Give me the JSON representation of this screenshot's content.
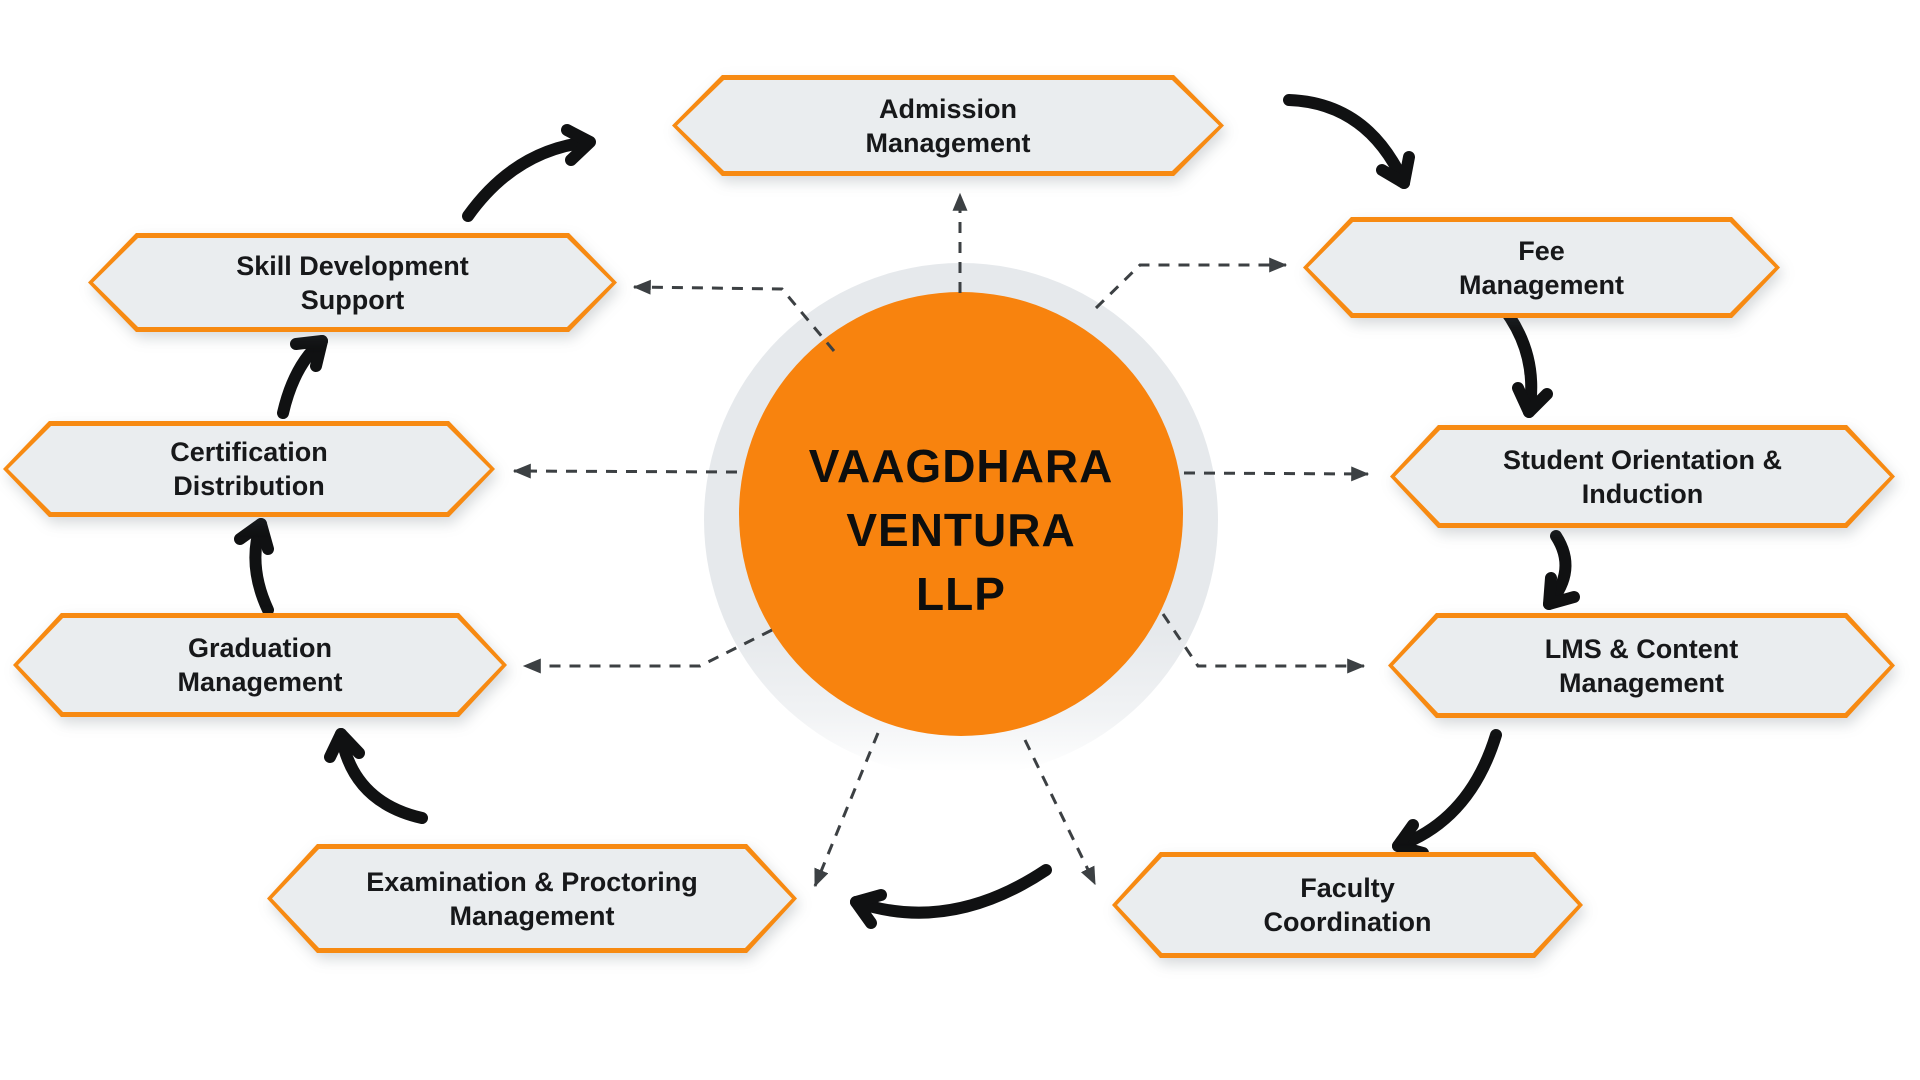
{
  "title": "VAAGDHARA VENTURA LLP education management cycle",
  "center": {
    "lines": [
      "VAAGDHARA",
      "VENTURA",
      "LLP"
    ]
  },
  "nodes": [
    {
      "id": "admission",
      "line1": "Admission",
      "line2": "Management"
    },
    {
      "id": "fee",
      "line1": "Fee",
      "line2": "Management"
    },
    {
      "id": "student",
      "line1": "Student Orientation &",
      "line2": "Induction"
    },
    {
      "id": "lms",
      "line1": "LMS & Content",
      "line2": "Management"
    },
    {
      "id": "faculty",
      "line1": "Faculty",
      "line2": "Coordination"
    },
    {
      "id": "examination",
      "line1": "Examination & Proctoring",
      "line2": "Management"
    },
    {
      "id": "graduation",
      "line1": "Graduation",
      "line2": "Management"
    },
    {
      "id": "certification",
      "line1": "Certification",
      "line2": "Distribution"
    },
    {
      "id": "skill",
      "line1": "Skill Development",
      "line2": "Support"
    }
  ],
  "cycle_order": [
    "Admission Management",
    "Fee Management",
    "Student Orientation & Induction",
    "LMS & Content Management",
    "Faculty Coordination",
    "Examination & Proctoring Management",
    "Graduation Management",
    "Certification Distribution",
    "Skill Development Support"
  ],
  "colors": {
    "accent_orange": "#F8830E",
    "box_border_orange": "#F78A12",
    "box_fill_gray": "#EAEDEF",
    "ring_gray": "#E6E9EC",
    "dashed_connector": "#3C4043",
    "cycle_arrow_black": "#101112",
    "label_text": "#17181A",
    "background": "#FFFFFF"
  }
}
